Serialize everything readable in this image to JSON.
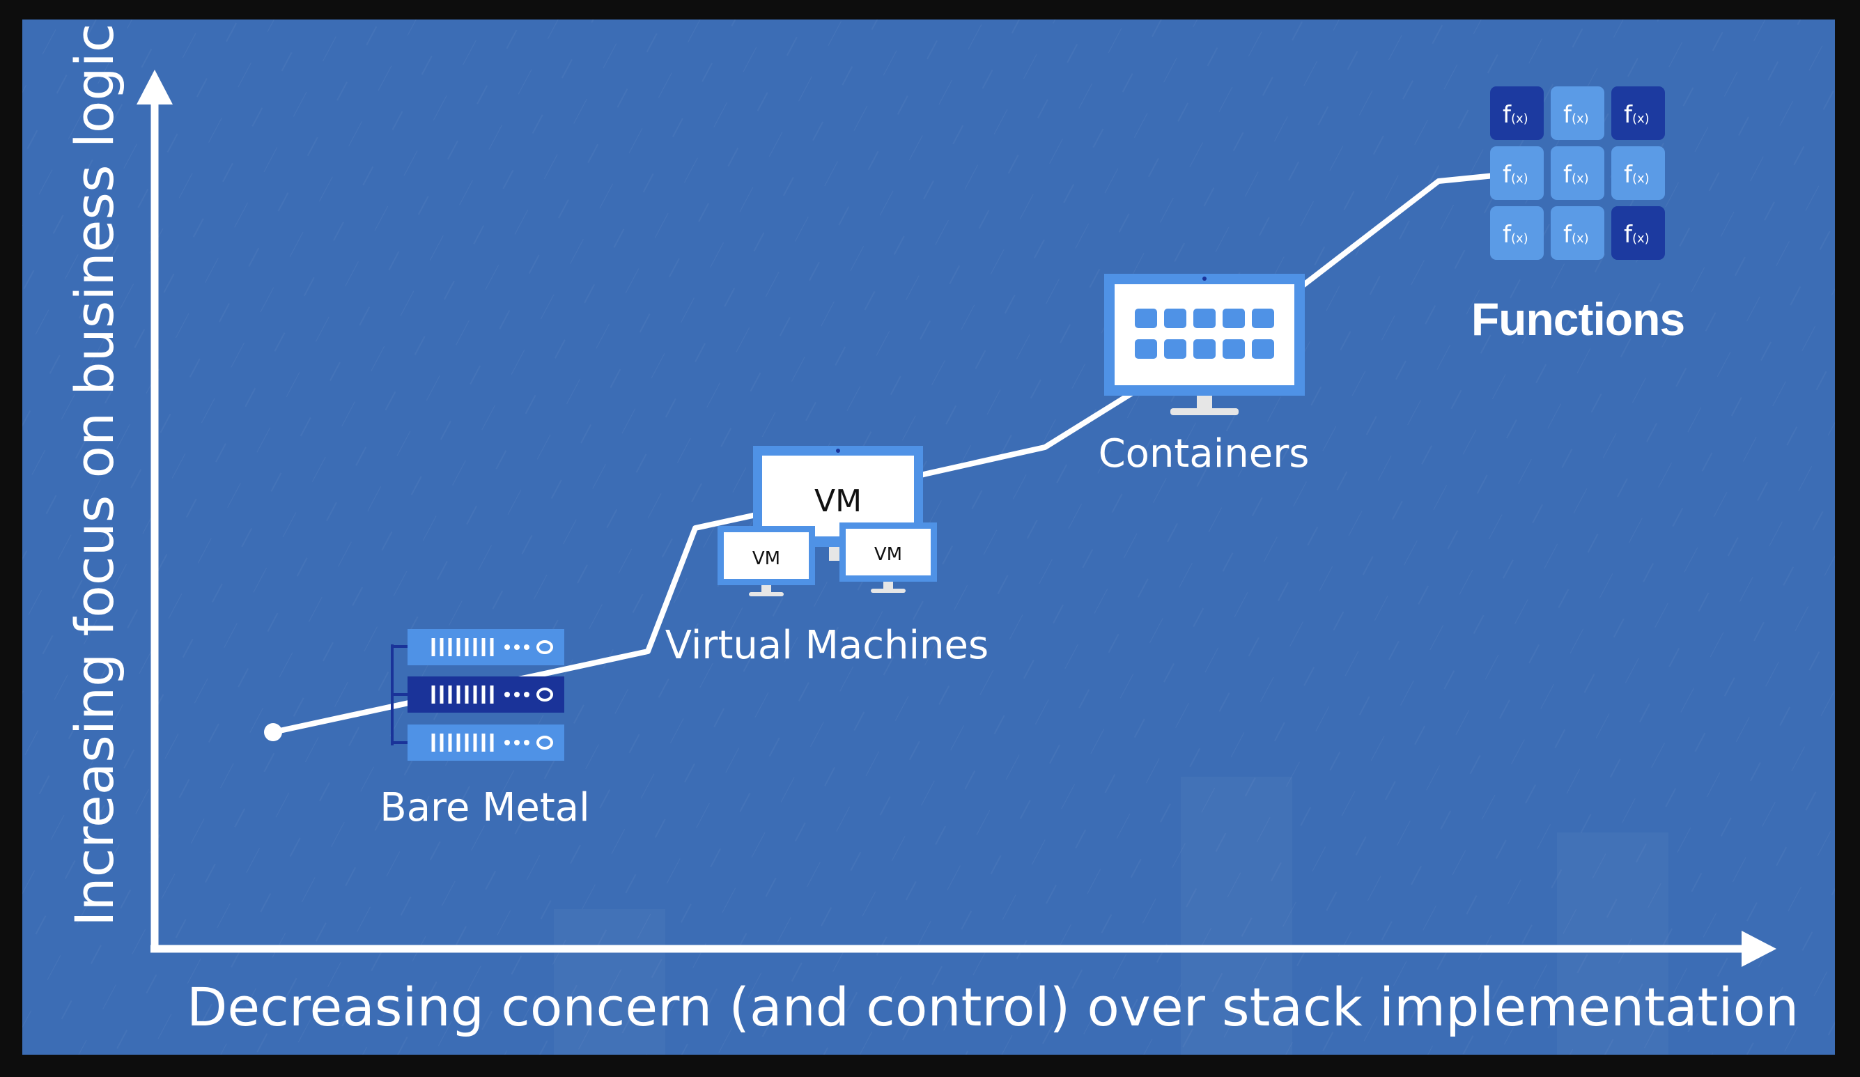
{
  "axes": {
    "y_label": "Increasing focus on business logic",
    "x_label": "Decreasing concern (and control) over stack implementation"
  },
  "stages": [
    {
      "id": "bare-metal",
      "label": "Bare Metal",
      "icon": "server-rack-icon"
    },
    {
      "id": "virtual-machines",
      "label": "Virtual Machines",
      "icon": "vm-monitors-icon",
      "monitor_labels": [
        "VM",
        "VM",
        "VM"
      ]
    },
    {
      "id": "containers",
      "label": "Containers",
      "icon": "container-monitor-icon"
    },
    {
      "id": "functions",
      "label": "Functions",
      "icon": "function-grid-icon",
      "tile_text": "f",
      "tile_subscript": "(x)"
    }
  ],
  "colors": {
    "background": "#3c6db5",
    "frame": "#0d0d0d",
    "line": "#ffffff",
    "tile_light": "#5b9be6",
    "tile_dark": "#1c3aa0",
    "server_light": "#4f92e6",
    "server_dark": "#1a3399"
  }
}
